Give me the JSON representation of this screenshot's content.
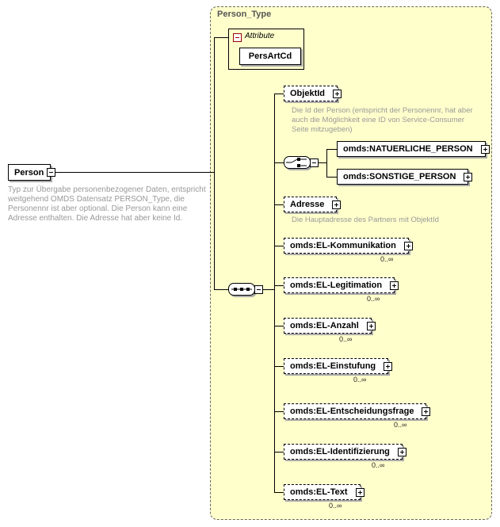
{
  "diagram": {
    "container_title": "Person_Type",
    "attribute_section": {
      "label": "Attribute",
      "attribute_name": "PersArtCd"
    },
    "root": {
      "name": "Person",
      "description_lines": [
        "Typ zur Übergabe personenbezogener Daten, entspricht",
        "weitgehend OMDS Datensatz PERSON_Type, die",
        "Personennr ist aber optional. Die Person kann eine",
        "Adresse enthalten. Die Adresse hat aber keine Id."
      ]
    },
    "children": [
      {
        "name": "ObjektId",
        "description_lines": [
          "Die Id der Person (entspricht der Personennr, hat aber",
          "auch die Möglichkeit eine ID von Service-Consumer",
          "Seite mitzugeben)"
        ]
      },
      {
        "name": "omds:NATUERLICHE_PERSON"
      },
      {
        "name": "omds:SONSTIGE_PERSON"
      },
      {
        "name": "Adresse",
        "description_lines": [
          "Die Hauptadresse des Partners mit ObjektId"
        ]
      },
      {
        "name": "omds:EL-Kommunikation",
        "cardinality": "0..∞"
      },
      {
        "name": "omds:EL-Legitimation",
        "cardinality": "0..∞"
      },
      {
        "name": "omds:EL-Anzahl",
        "cardinality": "0..∞"
      },
      {
        "name": "omds:EL-Einstufung",
        "cardinality": "0..∞"
      },
      {
        "name": "omds:EL-Entscheidungsfrage",
        "cardinality": "0..∞"
      },
      {
        "name": "omds:EL-Identifizierung",
        "cardinality": "0..∞"
      },
      {
        "name": "omds:EL-Text",
        "cardinality": "0..∞"
      }
    ],
    "colors": {
      "container_bg": "#ffffcc",
      "annotation_text": "#999999",
      "attribute_toggle": "#a00000"
    }
  }
}
